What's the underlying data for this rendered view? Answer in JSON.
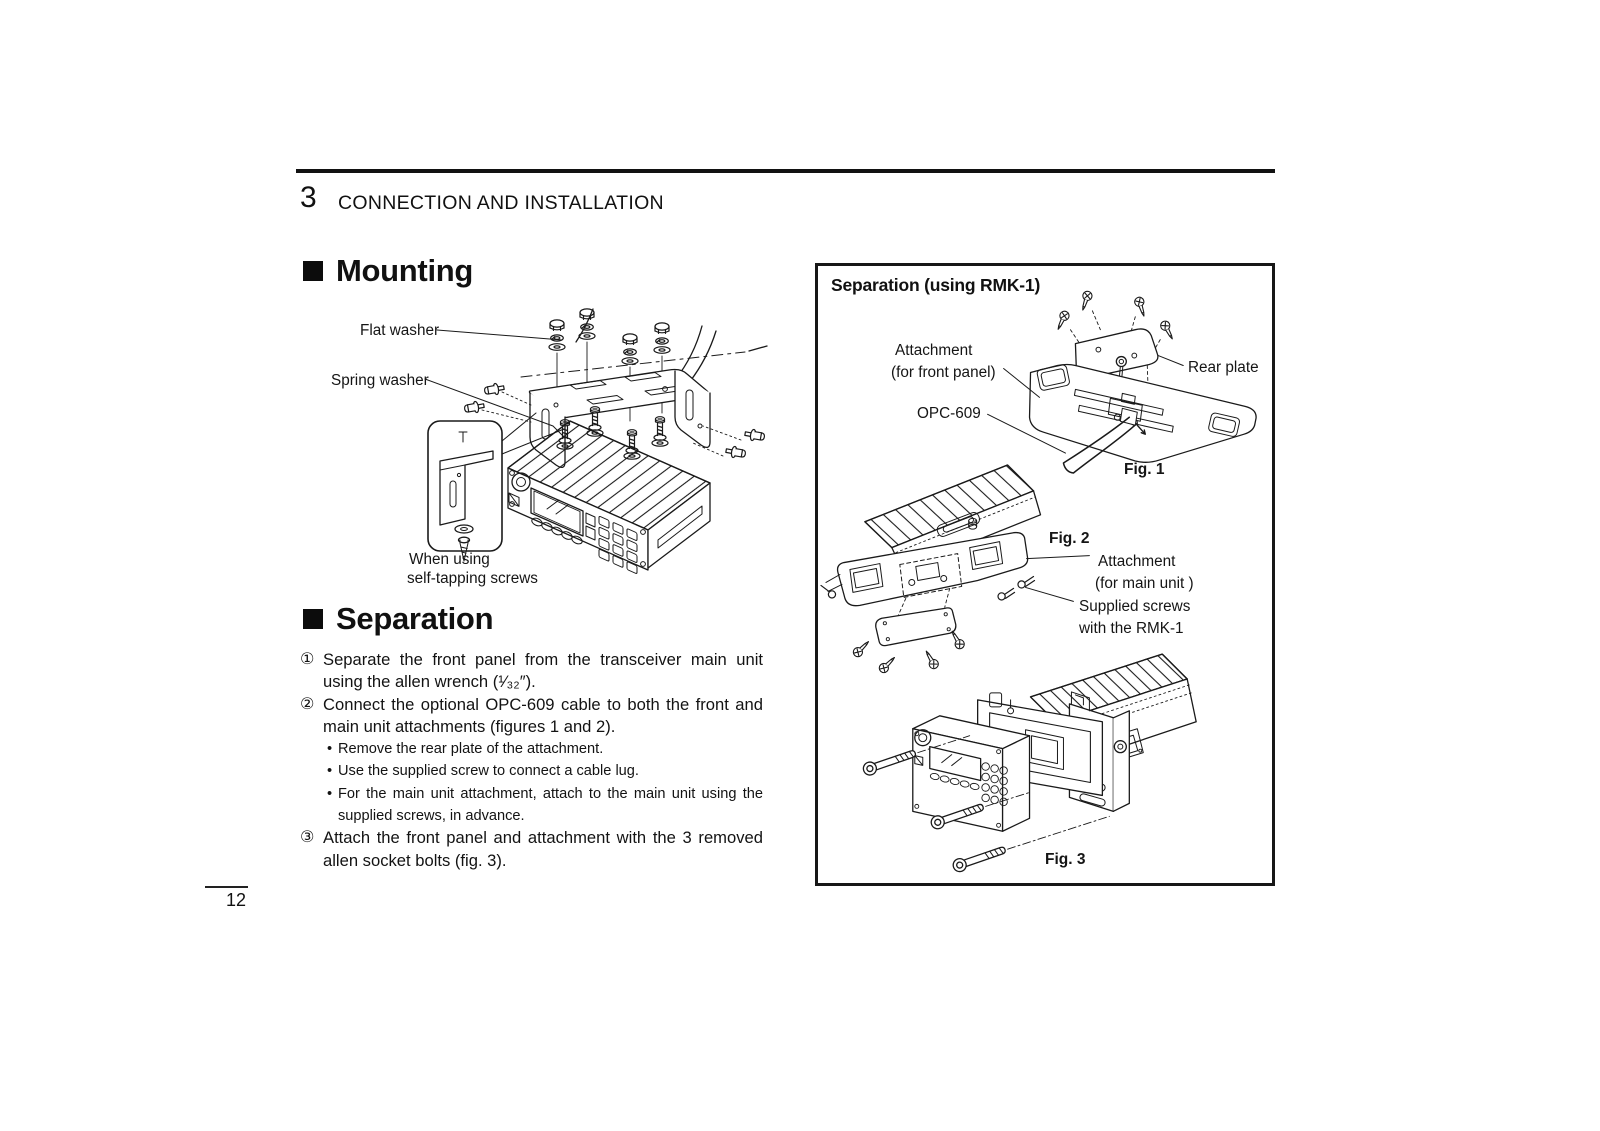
{
  "header": {
    "section_number": "3",
    "section_title": "CONNECTION AND INSTALLATION"
  },
  "footer": {
    "page_number": "12"
  },
  "bullet_char": "•",
  "mounting": {
    "heading": "Mounting",
    "flat_washer_label": "Flat washer",
    "spring_washer_label": "Spring washer",
    "inset_caption_line1": "When using",
    "inset_caption_line2": "self-tapping screws"
  },
  "separation": {
    "heading": "Separation",
    "steps": [
      {
        "marker": "①",
        "line1": "Separate the front panel from the transceiver main unit",
        "line2": "using the allen wrench (¹⁄₃₂″)."
      },
      {
        "marker": "②",
        "line1": "Connect the optional OPC-609 cable to both the front and",
        "line2": "main unit attachments (figures 1 and 2)."
      },
      {
        "marker": "③",
        "line1": "Attach the front panel and attachment with the 3 removed",
        "line2": "allen socket bolts (fig. 3)."
      }
    ],
    "bullets": [
      {
        "line1": "Remove the rear plate of the attachment.",
        "line2": ""
      },
      {
        "line1": "Use the supplied screw to connect a cable lug.",
        "line2": ""
      },
      {
        "line1": "For the main unit attachment, attach to the main unit using the",
        "line2": "supplied screws, in advance."
      }
    ]
  },
  "panel": {
    "heading": "Separation (using RMK-1)",
    "fig1": {
      "caption": "Fig. 1",
      "attachment_line1": "Attachment",
      "attachment_line2": "(for front panel)",
      "rear_plate_label": "Rear plate",
      "cable_label": "OPC-609"
    },
    "fig2": {
      "caption": "Fig. 2",
      "attachment_line1": "Attachment",
      "attachment_line2": "(for main unit )",
      "screws_line1": "Supplied screws",
      "screws_line2": "with the RMK-1"
    },
    "fig3": {
      "caption": "Fig. 3"
    }
  }
}
